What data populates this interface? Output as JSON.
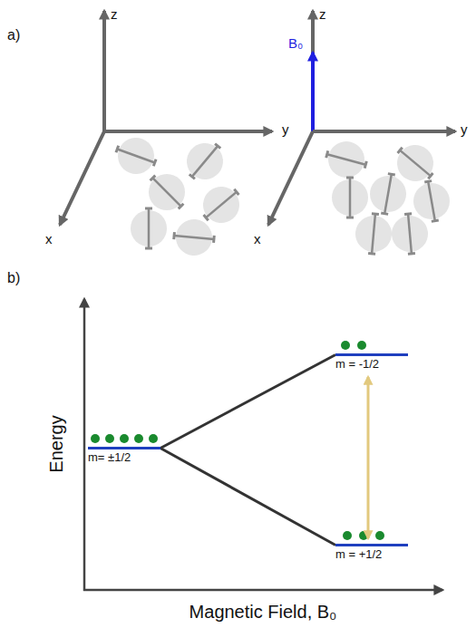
{
  "diagram": {
    "nodes": [
      {
        "text": [
          "m= ±1/2"
        ]
      },
      {
        "text": [
          "m = -1/2"
        ]
      },
      {
        "text": [
          "m = +1/2"
        ]
      }
    ],
    "edges": [
      {
        "from": 0,
        "to": 1,
        "arrow": "none"
      },
      {
        "from": 0,
        "to": 2,
        "arrow": "none"
      },
      {
        "from": 1,
        "to": 2,
        "arrow": "both"
      }
    ],
    "labels": [
      "a)",
      "z",
      "y",
      "x",
      "z",
      "B₀",
      "y",
      "x",
      "b)",
      "Energy",
      "Magnetic Field, B₀"
    ]
  }
}
